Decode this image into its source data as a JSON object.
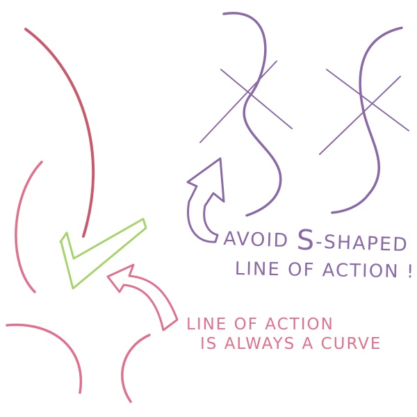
{
  "notes": {
    "avoid_prefix": "AVOID ",
    "avoid_s": "S",
    "avoid_suffix": "-SHAPED",
    "avoid_line2": "LINE OF ACTION !",
    "rule_line1": "LINE OF ACTION",
    "rule_line2": "IS ALWAYS A CURVE"
  },
  "colors": {
    "good_curve": "#e0708c",
    "good_curve_dark": "#c95a6c",
    "bad_curve": "#8a6aa6",
    "check_mark": "#a6d36a",
    "pink_arrow": "#e0708c"
  }
}
